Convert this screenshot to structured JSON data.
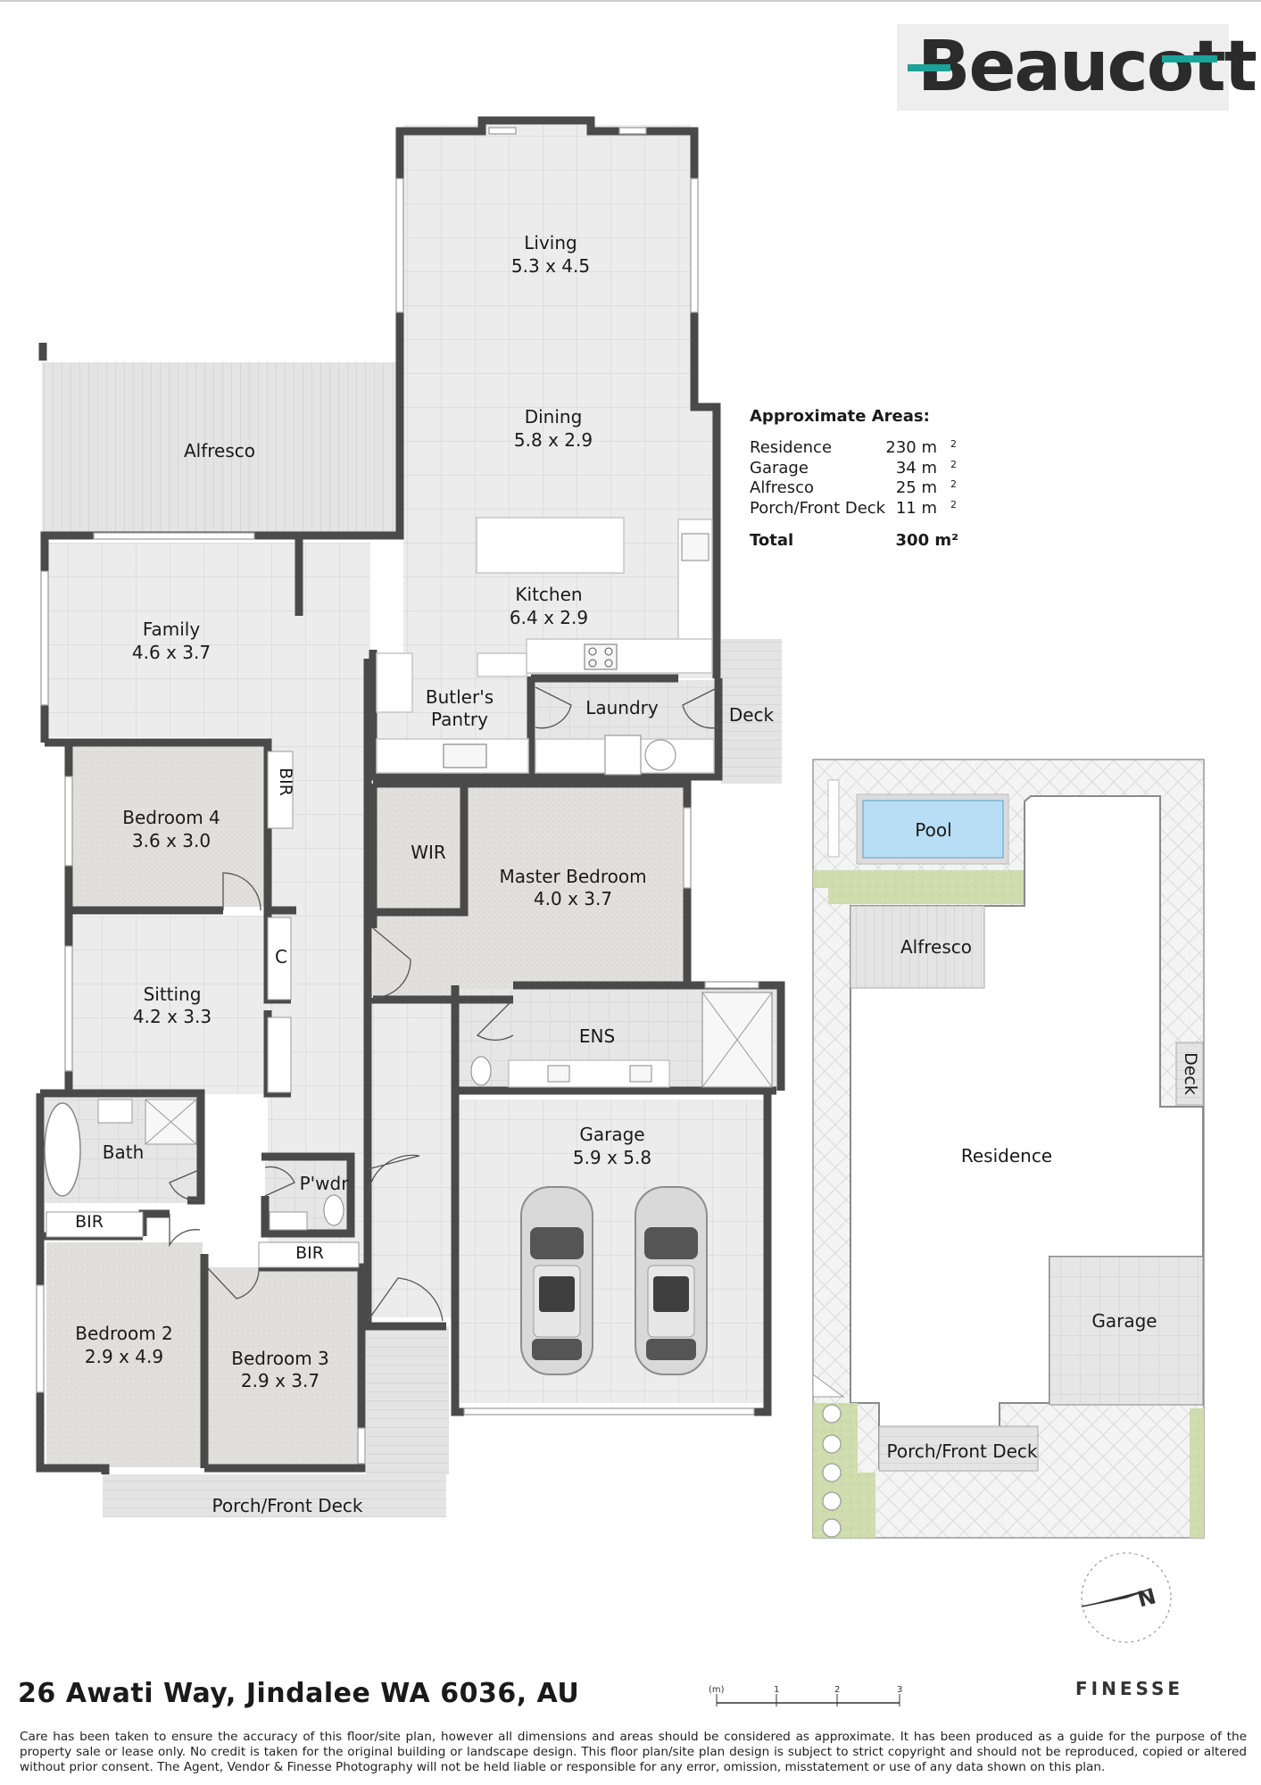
{
  "brand": {
    "logo_text": "Beaucott",
    "logo_accent": "#1aa39a",
    "photographer": "FINESSE"
  },
  "rooms": {
    "living": {
      "name": "Living",
      "dims": "5.3 x 4.5"
    },
    "dining": {
      "name": "Dining",
      "dims": "5.8 x 2.9"
    },
    "alfresco": {
      "name": "Alfresco"
    },
    "kitchen": {
      "name": "Kitchen",
      "dims": "6.4 x 2.9"
    },
    "family": {
      "name": "Family",
      "dims": "4.6 x 3.7"
    },
    "butlers_pantry": {
      "name1": "Butler's",
      "name2": "Pantry"
    },
    "laundry": {
      "name": "Laundry"
    },
    "deck": {
      "name": "Deck"
    },
    "bedroom4": {
      "name": "Bedroom 4",
      "dims": "3.6 x 3.0"
    },
    "bir": {
      "name": "BIR"
    },
    "wir": {
      "name": "WIR"
    },
    "master": {
      "name": "Master Bedroom",
      "dims": "4.0 x 3.7"
    },
    "sitting": {
      "name": "Sitting",
      "dims": "4.2 x 3.3"
    },
    "cupboard": {
      "name": "C"
    },
    "ens": {
      "name": "ENS"
    },
    "bath": {
      "name": "Bath"
    },
    "garage": {
      "name": "Garage",
      "dims": "5.9 x 5.8"
    },
    "powder": {
      "name": "P'wdr"
    },
    "bedroom2": {
      "name": "Bedroom 2",
      "dims": "2.9 x 4.9"
    },
    "bedroom3": {
      "name": "Bedroom 3",
      "dims": "2.9 x 3.7"
    },
    "porch": {
      "name": "Porch/Front Deck"
    }
  },
  "site_plan": {
    "pool": "Pool",
    "alfresco": "Alfresco",
    "deck": "Deck",
    "residence": "Residence",
    "garage": "Garage",
    "porch": "Porch/Front Deck"
  },
  "areas": {
    "heading": "Approximate Areas:",
    "rows": [
      {
        "label": "Residence",
        "value": "230 m"
      },
      {
        "label": "Garage",
        "value": "34 m"
      },
      {
        "label": "Alfresco",
        "value": "25 m"
      },
      {
        "label": "Porch/Front Deck",
        "value": "11 m"
      }
    ],
    "unit_sup": "2",
    "total_label": "Total",
    "total_value": "300 m²"
  },
  "scale": {
    "unit": "(m)",
    "ticks": [
      "1",
      "2",
      "3"
    ]
  },
  "address": "26 Awati Way, Jindalee WA 6036, AU",
  "disclaimer": "Care has been taken to ensure the accuracy of this floor/site plan, however all dimensions and areas should be considered as approximate. It has been produced as a guide for the purpose of the property sale or lease only. No credit is taken for the original building or landscape design. This floor plan/site plan design is subject to strict copyright and should not be reproduced, copied or altered without prior consent. The Agent, Vendor & Finesse Photography will not be held liable or responsible for any error, omission, misstatement or use of any data shown on this plan."
}
